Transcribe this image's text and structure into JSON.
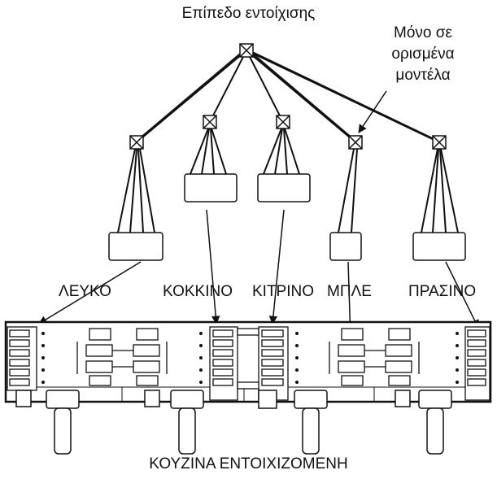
{
  "title": "Επίπεδο εντοίχισης",
  "note": [
    "Μόνο σε",
    "ορισμένα",
    "μοντέλα"
  ],
  "connectors": [
    "ΛΕΥΚΟ",
    "ΚΟΚΚΙΝΟ",
    "ΚΙΤΡΙΝΟ",
    "ΜΠΛΕ",
    "ΠΡΑΣΙΝΟ"
  ],
  "footer": "ΚΟΥΖΙΝΑ ΕΝΤΟΙΧΙΖΟΜΕΝΗ",
  "colors": {
    "ink": "#111111",
    "paper": "#ffffff"
  }
}
